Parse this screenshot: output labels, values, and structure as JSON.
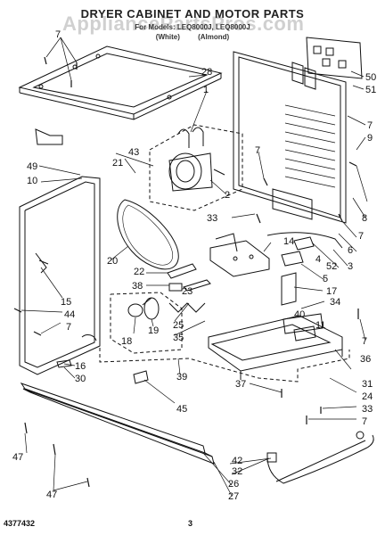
{
  "header": {
    "title": "DRYER CABINET AND MOTOR PARTS",
    "watermark": "AppliancePartsPros.com",
    "model_line": "For Models: LEQ8000J, LEQ8000J",
    "colors_line": "(White) (Almond)"
  },
  "footer": {
    "part_number": "4377432",
    "page_number": "3"
  },
  "callouts": {
    "c1": "1",
    "c2": "2",
    "c3": "3",
    "c4": "4",
    "c5": "5",
    "c6": "6",
    "c7a": "7",
    "c7b": "7",
    "c7c": "7",
    "c7d": "7",
    "c7e": "7",
    "c7f": "7",
    "c7g": "7",
    "c8": "8",
    "c9": "9",
    "c10": "10",
    "c11": "11",
    "c14": "14",
    "c15": "15",
    "c16": "16",
    "c17": "17",
    "c18": "18",
    "c19": "19",
    "c20": "20",
    "c21": "21",
    "c22": "22",
    "c23": "23",
    "c24": "24",
    "c25": "25",
    "c26": "26",
    "c27": "27",
    "c28": "28",
    "c30": "30",
    "c31": "31",
    "c32": "32",
    "c33a": "33",
    "c33b": "33",
    "c34": "34",
    "c35": "35",
    "c36": "36",
    "c37": "37",
    "c38": "38",
    "c39": "39",
    "c40": "40",
    "c42": "42",
    "c43": "43",
    "c44": "44",
    "c45": "45",
    "c47a": "47",
    "c47b": "47",
    "c49": "49",
    "c50": "50",
    "c51": "51",
    "c52": "52"
  }
}
